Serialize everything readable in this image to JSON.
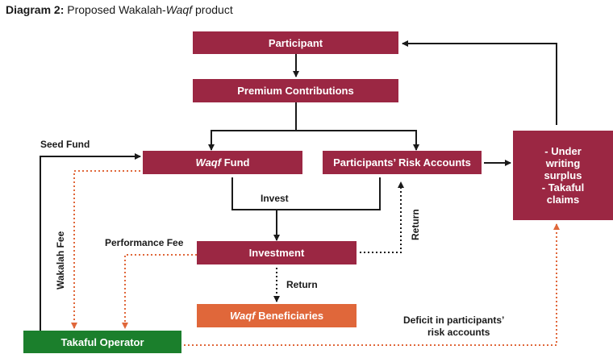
{
  "title": {
    "prefix": "Diagram 2:",
    "text_before": "Proposed Wakalah-",
    "text_italic": "Waqf",
    "text_after": " product"
  },
  "nodes": {
    "participant": "Participant",
    "premium": "Premium Contributions",
    "waqf_fund_italic": "Waqf",
    "waqf_fund_rest": " Fund",
    "risk_accounts": "Participants’ Risk Accounts",
    "surplus_lines": [
      "- Under",
      "writing",
      "surplus",
      "- Takaful",
      "claims"
    ],
    "investment": "Investment",
    "beneficiaries_italic": "Waqf",
    "beneficiaries_rest": " Beneficiaries",
    "operator": "Takaful Operator"
  },
  "edge_labels": {
    "seed_fund": "Seed Fund",
    "invest": "Invest",
    "return_right": "Return",
    "return_down": "Return",
    "wakalah_fee": "Wakalah Fee",
    "performance_fee": "Performance Fee",
    "deficit_line1": "Deficit in participants’",
    "deficit_line2": "risk accounts"
  },
  "colors": {
    "maroon": "#9b2743",
    "orange": "#e0673a",
    "green": "#1b7f2c",
    "dotted": "#e0673a"
  }
}
